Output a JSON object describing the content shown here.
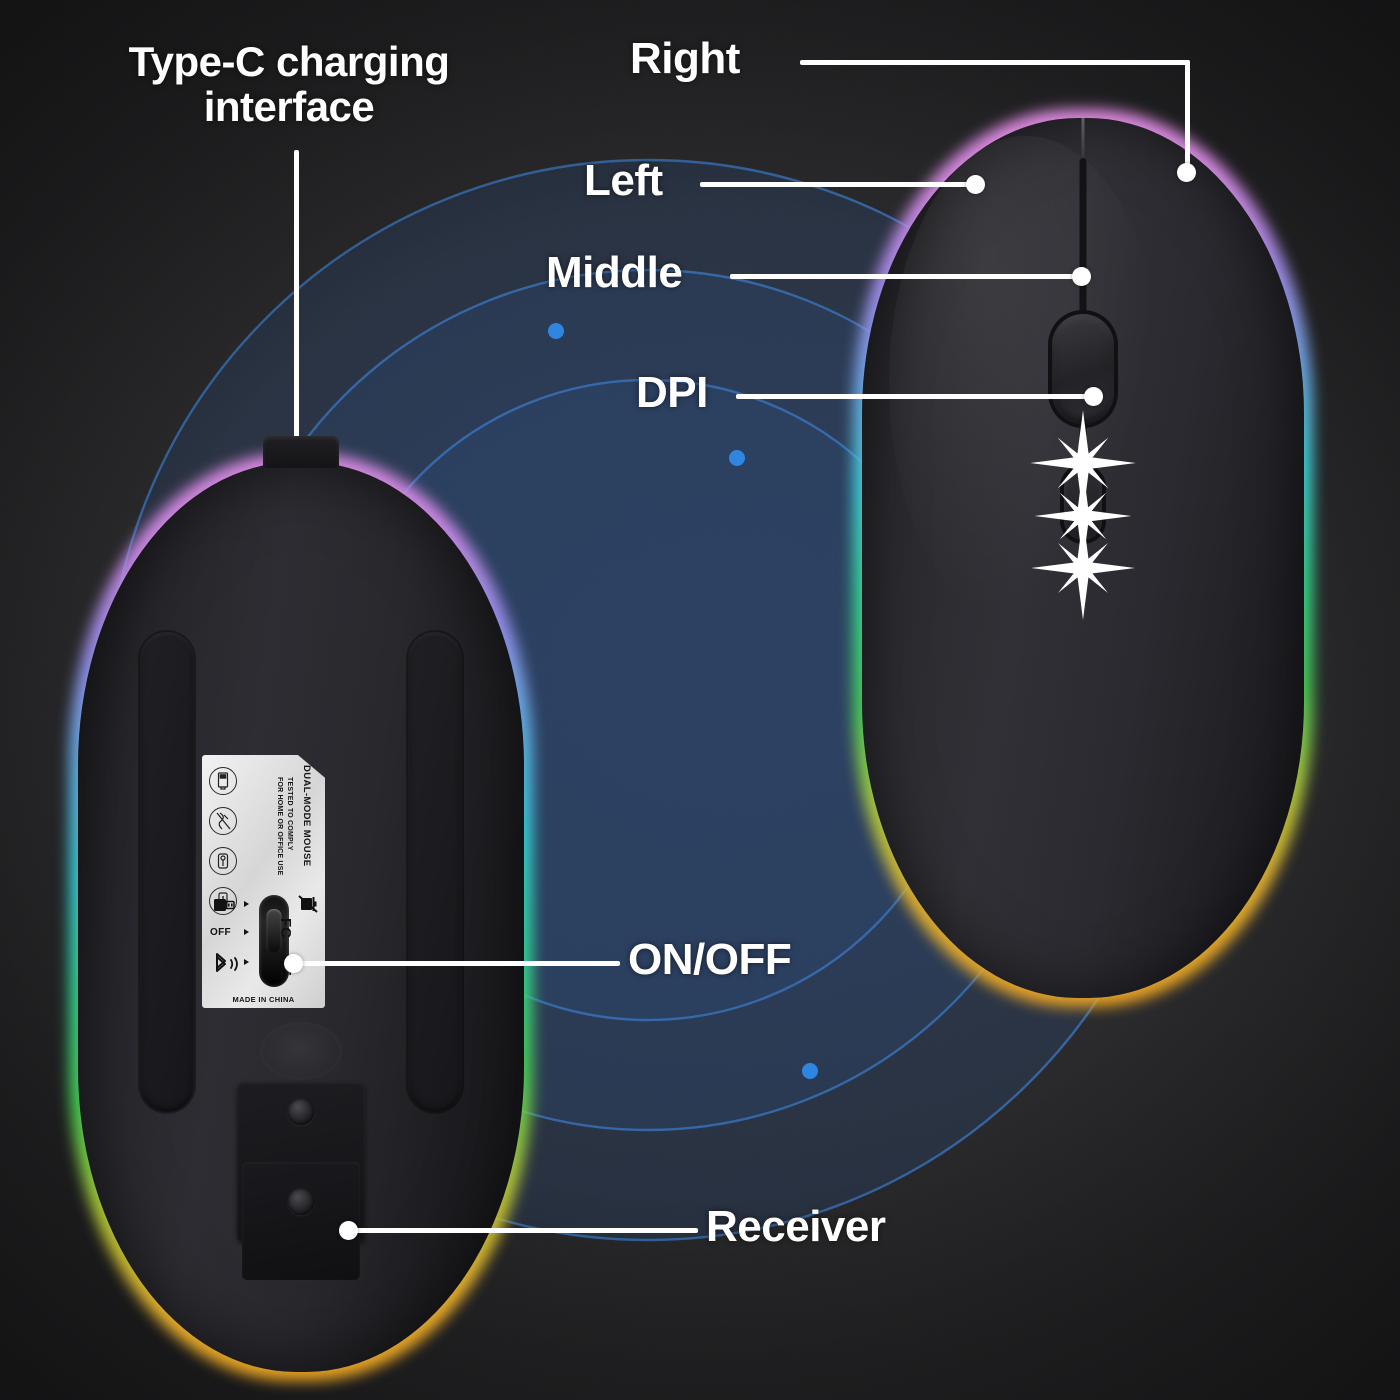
{
  "scene": {
    "title": "Wireless RGB dual-mode mouse feature callouts",
    "background_color": "#2b2b2b",
    "ring_color": "#2f6fb5",
    "ring_dot_color": "#2f86e0"
  },
  "callouts": [
    {
      "id": "type-c",
      "label": "Type-C charging\ninterface",
      "font_size": 42
    },
    {
      "id": "right",
      "label": "Right",
      "font_size": 44
    },
    {
      "id": "left",
      "label": "Left",
      "font_size": 44
    },
    {
      "id": "middle",
      "label": "Middle",
      "font_size": 44
    },
    {
      "id": "dpi",
      "label": "DPI",
      "font_size": 44
    },
    {
      "id": "on-off",
      "label": "ON/OFF",
      "font_size": 44
    },
    {
      "id": "receiver",
      "label": "Receiver",
      "font_size": 44
    }
  ],
  "product_label": {
    "title": "DUAL-MODE MOUSE",
    "compliance_line_1": "TESTED TO COMPLY",
    "compliance_line_2": "FOR HOME OR OFFICE USE",
    "switch_positions": [
      "usb-dongle-icon",
      "OFF",
      "bluetooth-icon"
    ],
    "off_text": "OFF",
    "origin": "MADE IN CHINA",
    "marks": [
      "weee-crossed-bin-icon",
      "fcc-icon",
      "ce-icon"
    ],
    "pictograms": [
      "battery-icon",
      "no-liquid-icon",
      "dongle-socket-icon",
      "plug-icon"
    ]
  },
  "rgb_glow": {
    "sequence": [
      "#e98fe6",
      "#a88ced",
      "#6fa8e8",
      "#3fd0d8",
      "#34d98e",
      "#48d158",
      "#a8cd3e",
      "#e5b22e",
      "#f0a421"
    ],
    "description": "RGB halo around both mouse silhouettes, pink at top through cyan, green and amber at bottom"
  },
  "led_sparkles": {
    "count": 3,
    "color": "#ffffff"
  }
}
